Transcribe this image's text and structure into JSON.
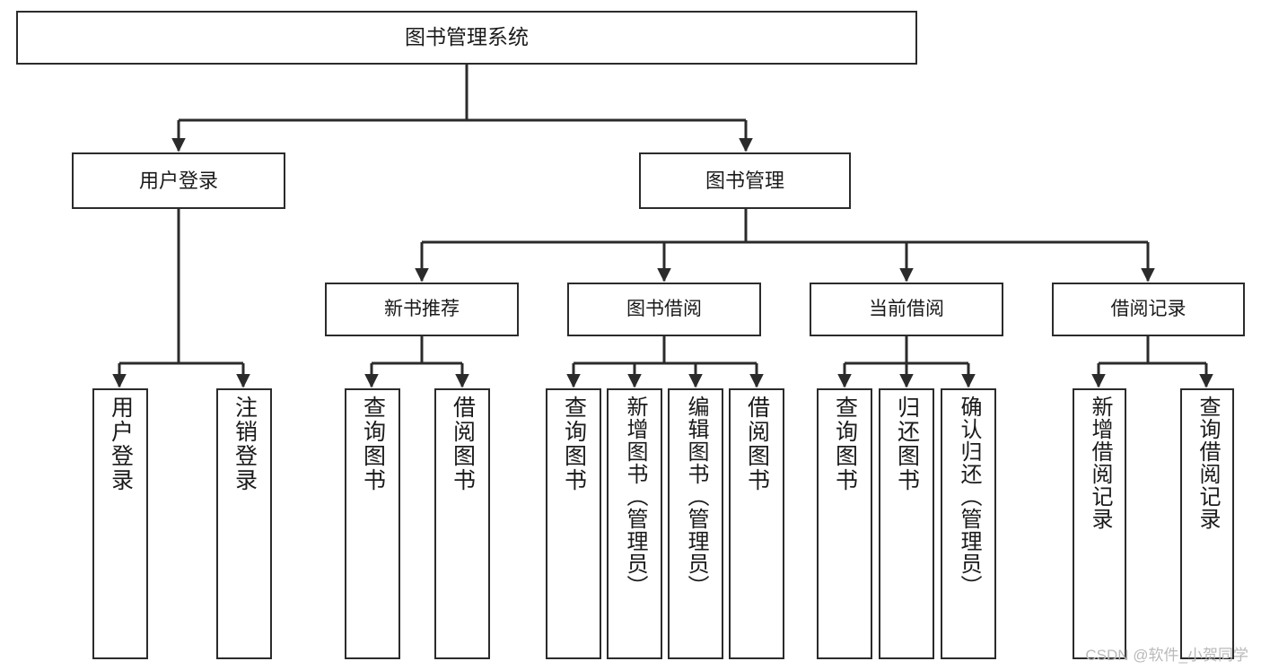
{
  "diagram": {
    "title": "图书管理系统",
    "type": "tree-hierarchy",
    "watermark": "CSDN @软件_小贺同学",
    "colors": {
      "background": "#ffffff",
      "border": "#2b2b2b",
      "text": "#1a1a1a",
      "watermark": "#b9b9b9"
    }
  },
  "root": {
    "label": "图书管理系统"
  },
  "level2": [
    {
      "label": "用户登录"
    },
    {
      "label": "图书管理"
    }
  ],
  "level3": [
    {
      "label": "新书推荐"
    },
    {
      "label": "图书借阅"
    },
    {
      "label": "当前借阅"
    },
    {
      "label": "借阅记录"
    }
  ],
  "leaves": {
    "user_login": [
      {
        "label": "用户登录"
      },
      {
        "label": "注销登录"
      }
    ],
    "new_book_recommend": [
      {
        "label": "查询图书"
      },
      {
        "label": "借阅图书"
      }
    ],
    "book_borrow": [
      {
        "label": "查询图书"
      },
      {
        "label": "新增图书（管理员）"
      },
      {
        "label": "编辑图书（管理员）"
      },
      {
        "label": "借阅图书"
      }
    ],
    "current_borrow": [
      {
        "label": "查询图书"
      },
      {
        "label": "归还图书"
      },
      {
        "label": "确认归还（管理员）"
      }
    ],
    "borrow_record": [
      {
        "label": "新增借阅记录"
      },
      {
        "label": "查询借阅记录"
      }
    ]
  }
}
